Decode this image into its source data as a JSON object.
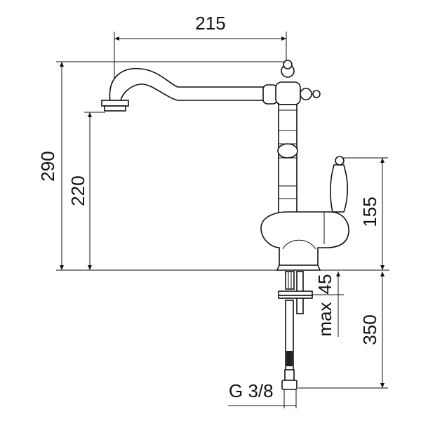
{
  "drawing": {
    "subject": "faucet",
    "dimensions": {
      "spout_reach": "215",
      "total_height": "290",
      "spout_outlet_height": "220",
      "lever_height": "155",
      "max_deck_thickness_value": "45",
      "max_deck_thickness_prefix": "max",
      "hose_length": "350",
      "connection_thread": "G 3/8"
    }
  }
}
